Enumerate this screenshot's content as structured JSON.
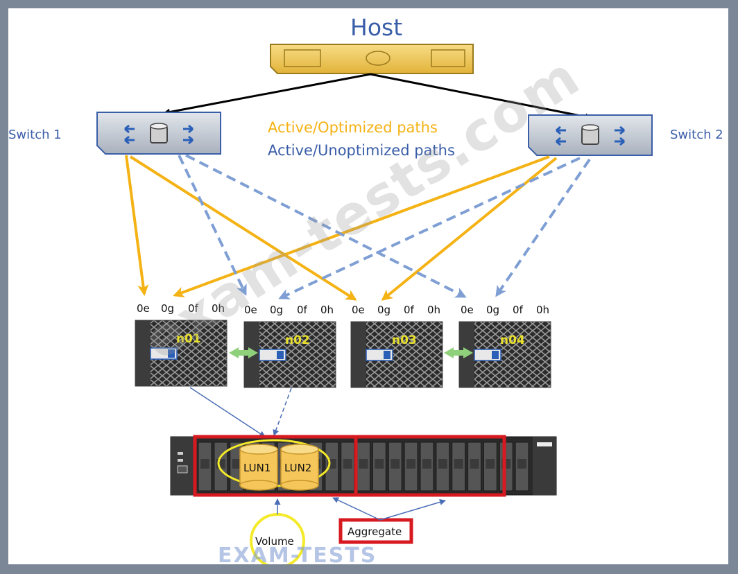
{
  "diagram": {
    "host_label": "Host",
    "switch_1_label": "Switch 1",
    "switch_2_label": "Switch 2",
    "legend": {
      "optimized": "Active/Optimized paths",
      "unoptimized": "Active/Unoptimized paths"
    },
    "nodes": [
      {
        "name": "n01",
        "ports": [
          "0e",
          "0g",
          "0f",
          "0h"
        ]
      },
      {
        "name": "n02",
        "ports": [
          "0e",
          "0g",
          "0f",
          "0h"
        ]
      },
      {
        "name": "n03",
        "ports": [
          "0e",
          "0g",
          "0f",
          "0h"
        ]
      },
      {
        "name": "n04",
        "ports": [
          "0e",
          "0g",
          "0f",
          "0h"
        ]
      }
    ],
    "luns": [
      "LUN1",
      "LUN2"
    ],
    "volume_label": "Volume",
    "aggregate_label": "Aggregate"
  },
  "watermarks": {
    "diagonal": "exam-tests.com",
    "bottom": "EXAM-TESTS"
  },
  "colors": {
    "optimized": "#f4b214",
    "unoptimized": "#7f9fd4",
    "host_path": "#000000",
    "aggregate_border": "#d71920",
    "volume_border": "#f4ea2a",
    "lun": "#f5c65a"
  }
}
